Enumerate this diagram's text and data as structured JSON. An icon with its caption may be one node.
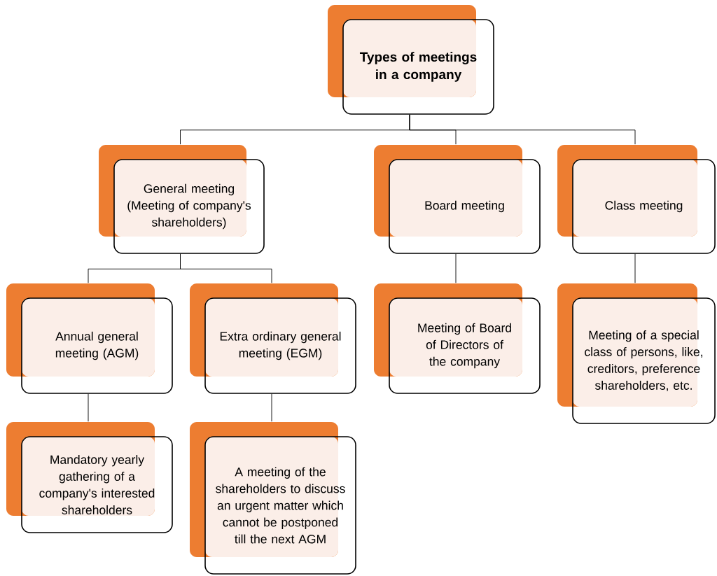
{
  "diagram": {
    "nodes": [
      {
        "text": [
          "Types of meetings in a company"
        ]
      },
      {
        "text": [
          "General meeting (Meeting of company's shareholders)"
        ]
      },
      {
        "text": [
          "Board meeting"
        ]
      },
      {
        "text": [
          "Class meeting"
        ]
      },
      {
        "text": [
          "Annual general meeting (AGM)"
        ]
      },
      {
        "text": [
          "Extra ordinary general meeting (EGM)"
        ]
      },
      {
        "text": [
          "Meeting of Board of Directors of the company"
        ]
      },
      {
        "text": [
          "Meeting of a special class of persons, like, creditors, preference shareholders, etc."
        ]
      },
      {
        "text": [
          "Mandatory yearly gathering of a company's interested shareholders"
        ]
      },
      {
        "text": [
          "A meeting of the shareholders to discuss an urgent matter which cannot be postponed till the next AGM"
        ]
      }
    ],
    "edges": [
      {
        "from": 0,
        "to": 1,
        "arrow": "none"
      },
      {
        "from": 0,
        "to": 2,
        "arrow": "none"
      },
      {
        "from": 0,
        "to": 3,
        "arrow": "none"
      },
      {
        "from": 1,
        "to": 4,
        "arrow": "none"
      },
      {
        "from": 1,
        "to": 5,
        "arrow": "none"
      },
      {
        "from": 2,
        "to": 6,
        "arrow": "none"
      },
      {
        "from": 3,
        "to": 7,
        "arrow": "none"
      },
      {
        "from": 4,
        "to": 8,
        "arrow": "none"
      },
      {
        "from": 5,
        "to": 9,
        "arrow": "none"
      }
    ]
  }
}
